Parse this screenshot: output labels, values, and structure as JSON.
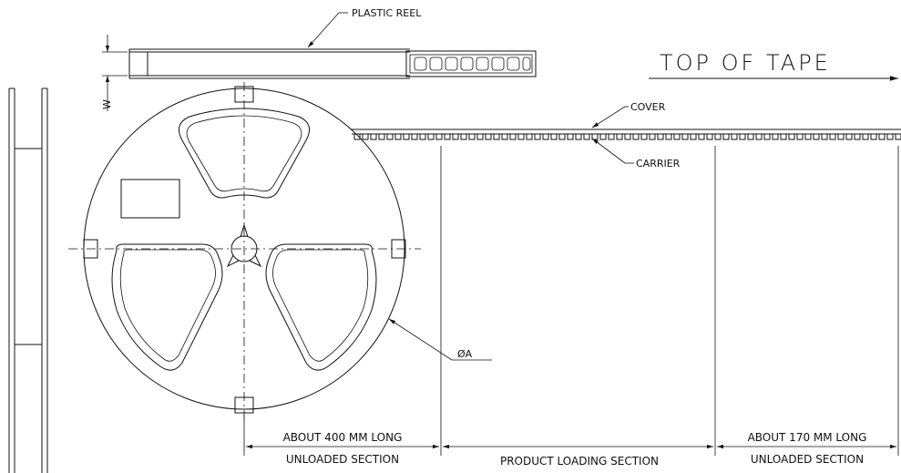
{
  "labels": {
    "plastic_reel": "PLASTIC REEL",
    "top_of_tape": "TOP OF TAPE",
    "cover": "COVER",
    "carrier": "CARRIER",
    "width_dim": "W",
    "diameter_dim": "ØA",
    "lead_length": "ABOUT 400 MM LONG",
    "lead_section": "UNLOADED SECTION",
    "product_section": "PRODUCT LOADING SECTION",
    "trail_length": "ABOUT 170 MM LONG",
    "trail_section": "UNLOADED SECTION"
  }
}
